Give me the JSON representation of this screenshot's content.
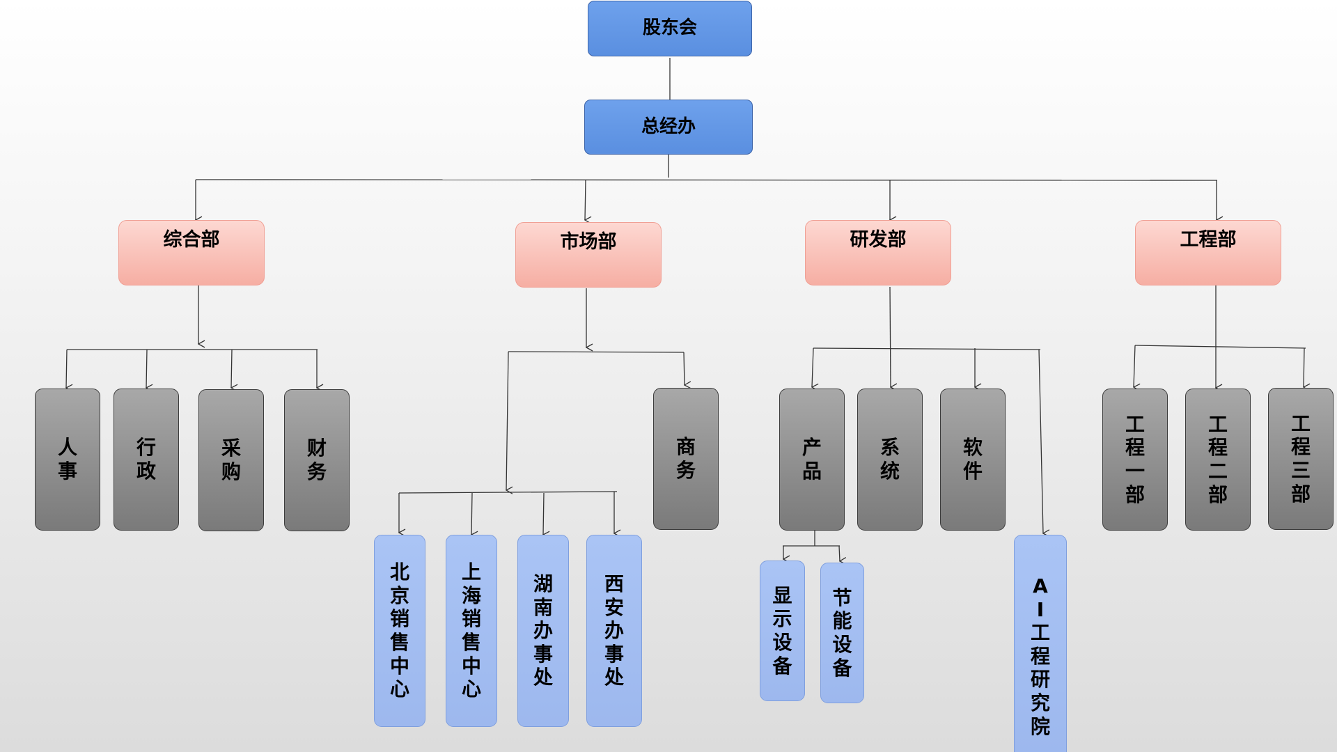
{
  "nodes": {
    "shareholders": "股东会",
    "general_office": "总经办",
    "general_dept": "综合部",
    "market_dept": "市场部",
    "rd_dept": "研发部",
    "eng_dept": "工程部",
    "hr": "人事",
    "admin": "行政",
    "procurement": "采购",
    "finance": "财务",
    "beijing_sales": "北京销售中心",
    "shanghai_sales": "上海销售中心",
    "hunan_office": "湖南办事处",
    "xian_office": "西安办事处",
    "business": "商务",
    "product": "产品",
    "system": "系统",
    "software": "软件",
    "display_equipment": "显示设备",
    "energy_saving_equipment": "节能设备",
    "ai_institute": "AI工程研究院",
    "eng_dept_1": "工程一部",
    "eng_dept_2": "工程二部",
    "eng_dept_3": "工程三部"
  },
  "colors": {
    "top_level": "#5b8fe1",
    "department": "#f7b3a9",
    "unit": "#8c8c8c",
    "sub_unit": "#a3bdf0",
    "connector": "#333333"
  }
}
